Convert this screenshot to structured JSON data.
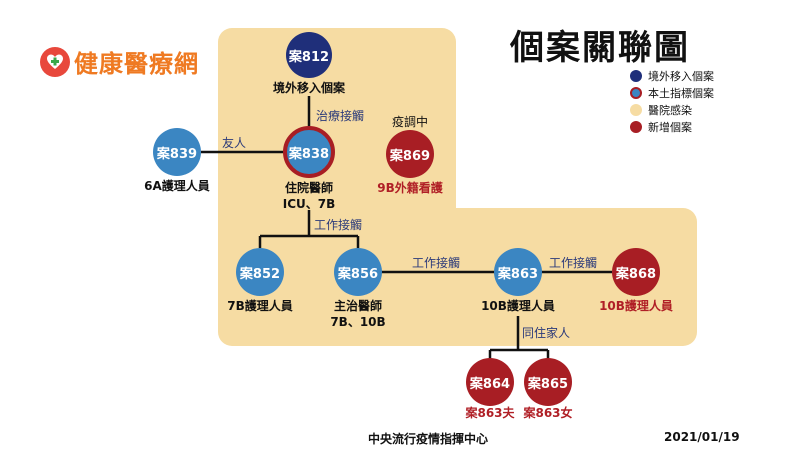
{
  "logo": {
    "text": "健康醫療網"
  },
  "title": "個案關聯圖",
  "legend": [
    {
      "label": "境外移入個案",
      "color": "#1f2f7a"
    },
    {
      "label": "本土指標個案",
      "color": "#3b86c2",
      "ring": "#a81e24"
    },
    {
      "label": "醫院感染",
      "color": "#f6dca3"
    },
    {
      "label": "新增個案",
      "color": "#a81e24"
    }
  ],
  "nodes": {
    "n812": {
      "name": "案812",
      "desc": "境外移入個案"
    },
    "n838": {
      "name": "案838",
      "desc1": "住院醫師",
      "desc2": "ICU、7B"
    },
    "n839": {
      "name": "案839",
      "desc": "6A護理人員"
    },
    "n869": {
      "name": "案869",
      "top": "疫調中",
      "desc": "9B外籍看護"
    },
    "n852": {
      "name": "案852",
      "desc": "7B護理人員"
    },
    "n856": {
      "name": "案856",
      "desc1": "主治醫師",
      "desc2": "7B、10B"
    },
    "n863": {
      "name": "案863",
      "desc": "10B護理人員"
    },
    "n868": {
      "name": "案868",
      "desc": "10B護理人員"
    },
    "n864": {
      "name": "案864",
      "desc": "案863夫"
    },
    "n865": {
      "name": "案865",
      "desc": "案863女"
    }
  },
  "edges": {
    "treat": "治療接觸",
    "friend": "友人",
    "work1": "工作接觸",
    "work2": "工作接觸",
    "work3": "工作接觸",
    "family": "同住家人"
  },
  "footer": {
    "org": "中央流行疫情指揮中心",
    "date": "2021/01/19"
  }
}
